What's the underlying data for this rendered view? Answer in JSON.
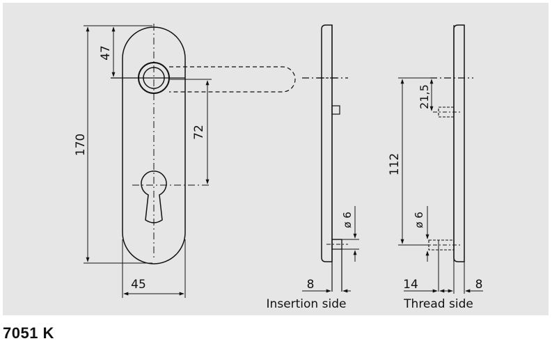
{
  "title": "7051 K",
  "dimensions": {
    "height_total": "170",
    "top_to_center": "47",
    "center_distance": "72",
    "width": "45",
    "thread_spacing": "112",
    "thread_top": "21,5",
    "hole_diameter_insertion": "ø 6",
    "hole_diameter_thread": "ø 6",
    "insertion_depth": "8",
    "thread_length": "14",
    "thread_plate": "8"
  },
  "views": {
    "insertion_label": "Insertion side",
    "thread_label": "Thread side"
  },
  "colors": {
    "background": "#e6e6e6",
    "lines": "#111111",
    "plate_fill": "#e6e6e6"
  }
}
